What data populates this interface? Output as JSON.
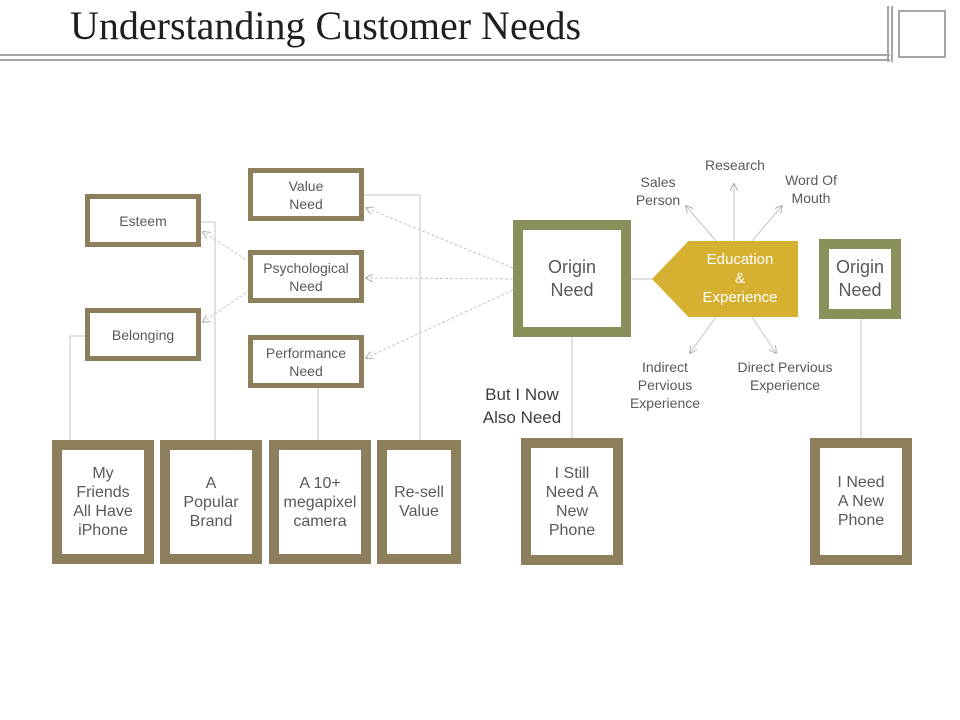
{
  "title": "Understanding Customer Needs",
  "colors": {
    "tan_border": "#8e7f5c",
    "olive_border": "#8b8f5a",
    "accent_gold": "#d6b031",
    "connector": "#bfbfbf"
  },
  "boxes": {
    "esteem": "Esteem",
    "belonging": "Belonging",
    "value_need": "Value\nNeed",
    "psychological_need": "Psychological\nNeed",
    "performance_need": "Performance\nNeed",
    "origin_need_left": "Origin\nNeed",
    "origin_need_right": "Origin\nNeed",
    "education_experience": "Education\n&\nExperience",
    "my_friends": "My\nFriends\nAll Have\niPhone",
    "popular_brand": "A\nPopular\nBrand",
    "megapixel_camera": "A 10+\nmegapixel\ncamera",
    "resell_value": "Re-sell\nValue",
    "still_need_phone": "I Still\nNeed A\nNew\nPhone",
    "need_new_phone": "I Need\nA New\nPhone"
  },
  "labels": {
    "sales_person": "Sales\nPerson",
    "research": "Research",
    "word_of_mouth": "Word Of\nMouth",
    "indirect_experience": "Indirect\nPervious\nExperience",
    "direct_experience": "Direct Pervious\nExperience",
    "but_i_now": "But I Now\nAlso Need"
  }
}
